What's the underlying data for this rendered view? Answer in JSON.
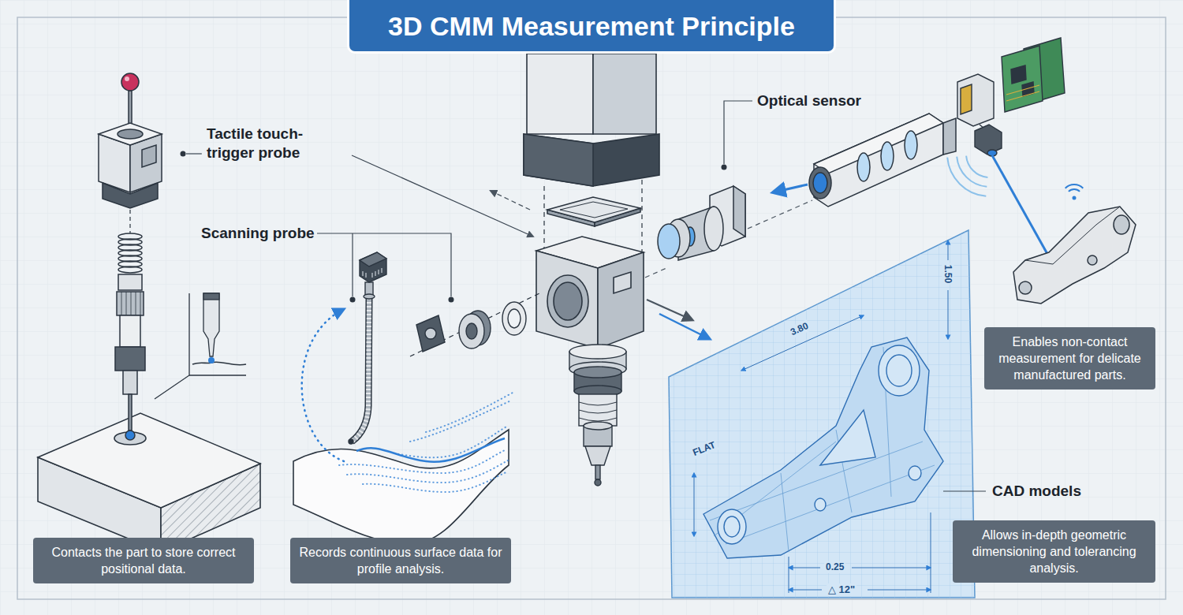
{
  "diagram": {
    "title": "3D CMM Measurement Principle",
    "nodes": [
      {
        "text": [
          "Enables non-contact measurement for delicate manufactured parts."
        ]
      },
      {
        "text": [
          "Contacts the part to store correct positional data."
        ]
      },
      {
        "text": [
          "Records continuous surface data for profile analysis."
        ]
      },
      {
        "text": [
          "Allows in-depth geometric dimensioning and tolerancing analysis."
        ]
      }
    ],
    "labels": [
      "Tactile touch-trigger probe",
      "Scanning probe",
      "Optical sensor",
      "CAD models",
      "FLAT",
      "3.80",
      "1.50",
      "0.25",
      "△ 12\""
    ]
  }
}
